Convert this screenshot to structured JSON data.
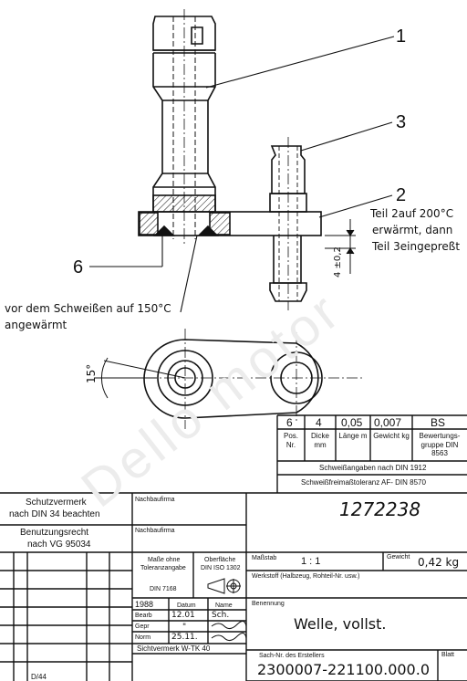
{
  "callouts": {
    "c1": "1",
    "c2": "2",
    "c3": "3",
    "c6": "6"
  },
  "notes": {
    "teil2_line1": "Teil 2auf  200°C",
    "teil2_line2": "erwärmt, dann",
    "teil2_line3": "Teil 3eingepreßt",
    "weld_line1": "vor dem Schweißen auf 150°C",
    "weld_line2": "angewärmt",
    "dim_offset": "4 ±0,2",
    "angle": "15°"
  },
  "weld_table": {
    "values": [
      "6",
      "4",
      "0,05",
      "0,007",
      "BS"
    ],
    "headers": [
      "Pos. Nr.",
      "Dicke mm",
      "Länge m",
      "Gewicht kg",
      "Bewertungs- gruppe DIN 8563"
    ],
    "footer1": "Schweißangaben nach DIN 1912",
    "footer2": "Schweißfreimaßtoleranz AF-  DIN 8570"
  },
  "title_block": {
    "schutz_line1": "Schutzvermerk",
    "schutz_line2": "nach DIN 34 beachten",
    "benutz_line1": "Benutzungsrecht",
    "benutz_line2": "nach VG 95034",
    "nachbaufirma1": "Nachbaufirma",
    "nachbaufirma2": "Nachbaufirma",
    "drawing_number": "1272238",
    "masse_line1": "Maße ohne",
    "masse_line2": "Toleranzangabe",
    "masse_din": "DIN 7168",
    "oberflaeche_line1": "Oberfläche",
    "oberflaeche_line2": "DIN ISO 1302",
    "massstab_label": "Maßstab",
    "massstab_value": "1 : 1",
    "gewicht_label": "Gewicht",
    "gewicht_value": "0,42 kg",
    "werkstoff_label": "Werkstoff (Halbzeug, Rohteil-Nr. usw.)",
    "year": "1988",
    "datum_label": "Datum",
    "name_label": "Name",
    "bearb_label": "Bearb",
    "bearb_date": "12.01",
    "bearb_name": "Sch.",
    "gepr_label": "Gepr",
    "gepr_date": "\"",
    "norm_label": "Norm",
    "norm_date": "25.11.",
    "sichtvermerk": "Sichtvermerk  W-TK 40",
    "benennung_label": "Benennung",
    "title": "Welle, vollst.",
    "sachnr_label": "Sach-Nr. des Erstellers",
    "blatt_label": "Blatt",
    "sach_number": "2300007-221100.000.0",
    "corner_mark": "D/44"
  },
  "watermark": "Dello motor"
}
